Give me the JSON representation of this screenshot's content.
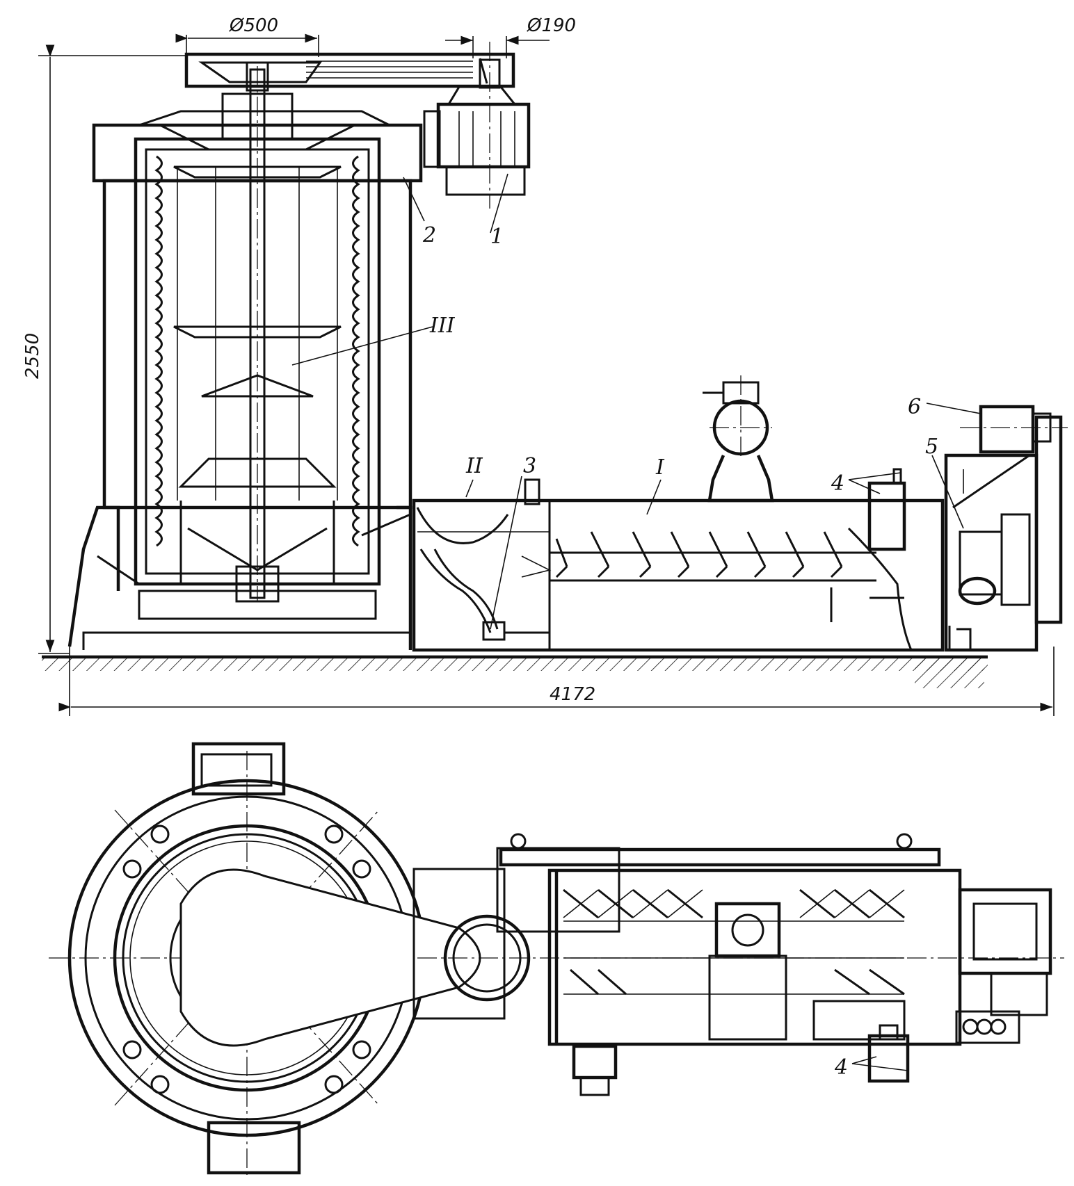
{
  "dimensions": {
    "top_pulley": "Ø500",
    "motor_pulley": "Ø190",
    "overall_height": "2550",
    "overall_length": "4172"
  },
  "callouts": {
    "item1": "1",
    "item2": "2",
    "item3": "3",
    "item4": "4",
    "item5": "5",
    "item6": "6",
    "zone_I": "I",
    "zone_II": "II",
    "zone_III": "III",
    "plan_item4": "4"
  }
}
